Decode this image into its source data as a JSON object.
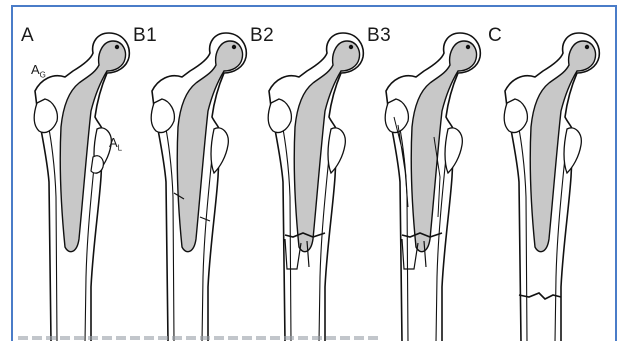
{
  "figure": {
    "panels": [
      {
        "id": "A",
        "label": "A",
        "variant": "A"
      },
      {
        "id": "B1",
        "label": "B1",
        "variant": "B1"
      },
      {
        "id": "B2",
        "label": "B2",
        "variant": "B2"
      },
      {
        "id": "B3",
        "label": "B3",
        "variant": "B3"
      },
      {
        "id": "C",
        "label": "C",
        "variant": "C"
      }
    ],
    "region_labels": {
      "greater_trochanter": {
        "main": "A",
        "sub": "G"
      },
      "lesser_trochanter": {
        "main": "A",
        "sub": "L"
      }
    },
    "colors": {
      "frame": "#4a7cc8",
      "stem_fill": "#c8c8c8",
      "outline": "#111111",
      "background": "#ffffff"
    }
  }
}
